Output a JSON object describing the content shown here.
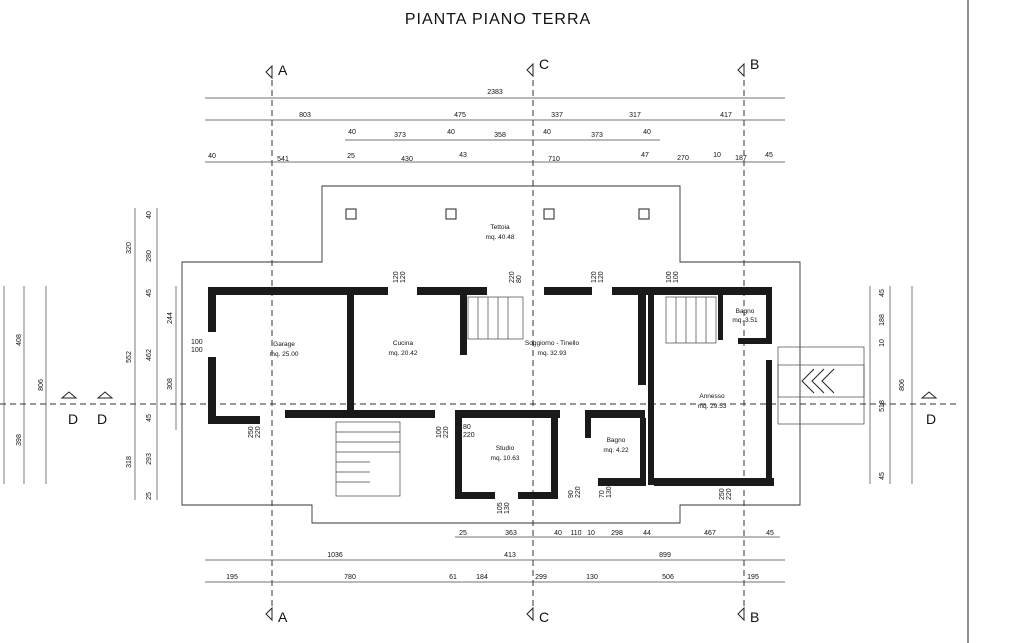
{
  "title": "PIANTA PIANO TERRA",
  "sections": {
    "a": "A",
    "b": "B",
    "c": "C",
    "d": "D"
  },
  "rooms": [
    {
      "name": "Tettoia",
      "area": "mq. 40.48"
    },
    {
      "name": "Garage",
      "area": "mq. 25.00"
    },
    {
      "name": "Cucina",
      "area": "mq. 20.42"
    },
    {
      "name": "Soggiorno - Tinello",
      "area": "mq. 32.93"
    },
    {
      "name": "Bagno",
      "area": "mq. 3.51"
    },
    {
      "name": "Annesso",
      "area": "mq. 29.53"
    },
    {
      "name": "Studio",
      "area": "mq. 10.63"
    },
    {
      "name": "Bagno",
      "area": "mq. 4.22"
    }
  ],
  "dims_top": {
    "overall": "2383",
    "row2": [
      "803",
      "475",
      "337",
      "317",
      "417"
    ],
    "row3": [
      "40",
      "373",
      "40",
      "358",
      "40",
      "373",
      "40"
    ],
    "row4": [
      "40",
      "541",
      "25",
      "430",
      "43",
      "710",
      "47",
      "270",
      "10",
      "187",
      "45"
    ]
  },
  "dims_bottom": {
    "row1": [
      "25",
      "363",
      "40",
      "110",
      "10",
      "298",
      "44",
      "467",
      "45"
    ],
    "row2": [
      "1036",
      "413",
      "899"
    ],
    "row3": [
      "195",
      "780",
      "61",
      "184",
      "299",
      "130",
      "506",
      "195"
    ]
  },
  "dims_left": {
    "outer": [
      "408",
      "398"
    ],
    "mid": [
      "806"
    ],
    "row_a": [
      "320",
      "552",
      "318"
    ],
    "row_b": [
      "40",
      "280",
      "45",
      "462",
      "45",
      "293",
      "25"
    ],
    "row_c": [
      "244",
      "308"
    ]
  },
  "dims_right": {
    "outer": [
      "806"
    ],
    "row": [
      "45",
      "188",
      "10",
      "518",
      "45"
    ]
  },
  "openings": [
    "120",
    "120",
    "220",
    "80",
    "120",
    "120",
    "100",
    "100",
    "100",
    "100",
    "250",
    "220",
    "100",
    "220",
    "80",
    "220",
    "105",
    "130",
    "90",
    "220",
    "70",
    "130",
    "250",
    "220"
  ]
}
